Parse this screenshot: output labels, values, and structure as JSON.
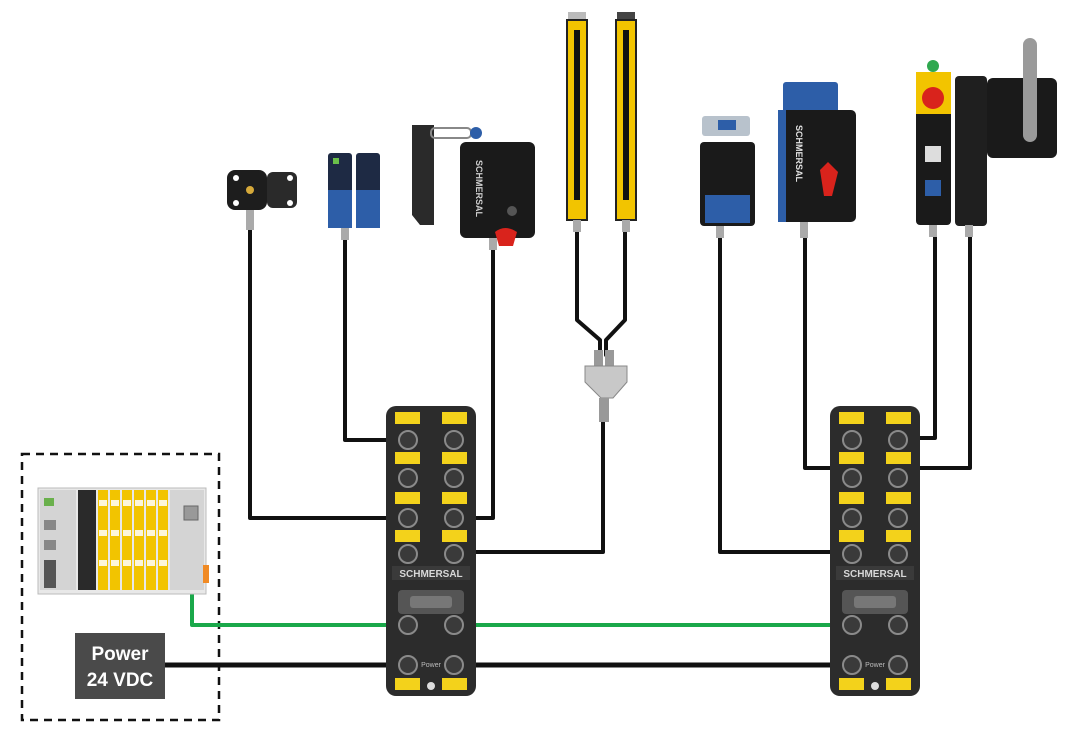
{
  "power_box": {
    "line1": "Power",
    "line2": "24 VDC"
  },
  "module_brand": "SCHMERSAL",
  "port_label_power": "Power",
  "device_brand": "SCHMERSAL",
  "colors": {
    "cable": "#111111",
    "ethernet": "#1aa84a",
    "module_body": "#2c2c2c",
    "module_yellow": "#f3d21b",
    "power_box": "#4a4a4a",
    "light_curtain": "#f2c400",
    "sensor_blue": "#2d5ea8",
    "actuator_red": "#d9231c"
  },
  "icons": [
    "magnetic-sensor-icon",
    "rfid-sensor-icon",
    "solenoid-interlock-icon",
    "light-curtain-icon",
    "y-splitter-icon",
    "emergency-stop-icon",
    "door-handle-icon",
    "plc-controller-icon"
  ]
}
